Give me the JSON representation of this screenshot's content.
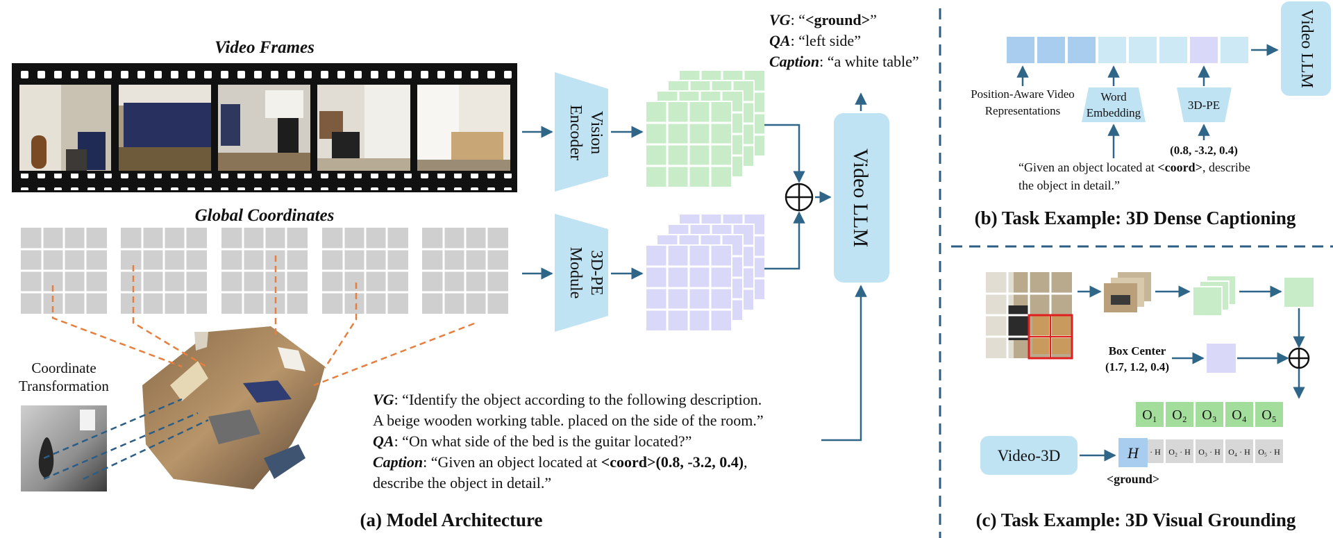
{
  "panel_a": {
    "caption": "(a) Model Architecture",
    "video_frames_title": "Video Frames",
    "global_coords_title": "Global Coordinates",
    "coord_transform_line1": "Coordinate",
    "coord_transform_line2": "Transformation",
    "vision_encoder_line1": "Vision",
    "vision_encoder_line2": "Encoder",
    "pe_module_line1": "3D-PE",
    "pe_module_line2": "Module",
    "video_llm": "Video LLM",
    "outputs": {
      "vg_key": "VG",
      "vg_open": ": “",
      "vg_value": "<ground>",
      "vg_close": "”",
      "qa_key": "QA",
      "qa_value": ": “left side”",
      "cap_key": "Caption",
      "cap_value": ": “a white table”"
    },
    "inputs": {
      "vg_key": "VG",
      "vg_line1": ": “Identify the object according to the following description.",
      "vg_line2": "A beige wooden working table. placed on the side of the room.”",
      "qa_key": "QA",
      "qa_line": ": “On what side of the bed is the guitar located?”",
      "cap_key": "Caption",
      "cap_line1_a": ": “Given an object located at ",
      "cap_line1_b": "<coord>(0.8, -3.2, 0.4)",
      "cap_line1_c": ",",
      "cap_line2": "describe the object in detail.”"
    }
  },
  "panel_b": {
    "caption": "(b) Task Example: 3D Dense Captioning",
    "video_llm": "Video LLM",
    "pos_aware_line1": "Position-Aware Video",
    "pos_aware_line2": "Representations",
    "word_emb_line1": "Word",
    "word_emb_line2": "Embedding",
    "pe_label": "3D-PE",
    "coord_value": "(0.8, -3.2, 0.4)",
    "prompt_line1_a": "“Given an object located at ",
    "prompt_line1_b": "<coord>",
    "prompt_line1_c": ", describe",
    "prompt_line2": "the object in detail.”"
  },
  "panel_c": {
    "caption": "(c) Task Example: 3D Visual Grounding",
    "box_center_label": "Box Center",
    "box_center_value": "(1.7, 1.2, 0.4)",
    "video3d_label": "Video-3D",
    "h_label": "H",
    "ground_label": "<ground>",
    "o_labels": [
      "O₁",
      "O₂",
      "O₃",
      "O₄",
      "O₅"
    ],
    "products": [
      "O₁ · H",
      "O₂ · H",
      "O₃ · H",
      "O₄ · H",
      "O₅ · H"
    ]
  },
  "colors": {
    "blue_box": "#bfe3f3",
    "green_grid": "#c8ecc8",
    "purple_grid": "#dad8f8",
    "arrow": "#2f6688",
    "orange_dash": "#e57f3f",
    "navy_dash": "#2c5d85",
    "gray_grid": "#cfcfcf"
  }
}
